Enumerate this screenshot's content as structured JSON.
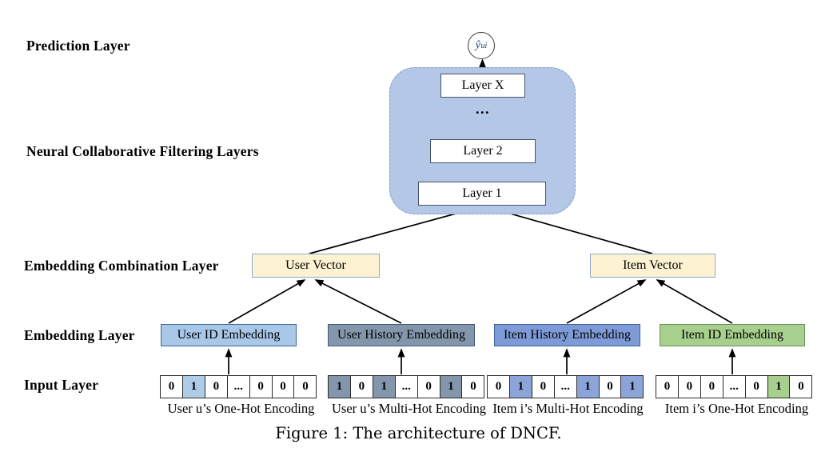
{
  "figure": {
    "caption": "Figure 1: The architecture of DNCF."
  },
  "row_labels": {
    "prediction": "Prediction Layer",
    "ncf": "Neural Collaborative Filtering Layers",
    "combination": "Embedding Combination Layer",
    "embedding": "Embedding Layer",
    "input": "Input Layer"
  },
  "prediction": {
    "output_symbol": "ŷ",
    "output_subscript": "ui"
  },
  "ncf_stack": {
    "layer_x": "Layer X",
    "dots": "...",
    "layer_2": "Layer 2",
    "layer_1": "Layer 1"
  },
  "combination_layer": {
    "user_vector": "User Vector",
    "item_vector": "Item Vector"
  },
  "embedding_layer": {
    "user_id": "User ID Embedding",
    "user_history": "User History Embedding",
    "item_history": "Item History Embedding",
    "item_id": "Item ID Embedding"
  },
  "input_layer": {
    "encodings": [
      {
        "id": "user-one-hot",
        "cells": [
          "0",
          "1",
          "0",
          "...",
          "0",
          "0",
          "0"
        ],
        "highlight_indices": [
          1
        ],
        "highlight_color": "#aecbe8",
        "caption": "User u’s One-Hot Encoding"
      },
      {
        "id": "user-multi-hot",
        "cells": [
          "1",
          "0",
          "1",
          "...",
          "0",
          "1",
          "0"
        ],
        "highlight_indices": [
          0,
          2,
          5
        ],
        "highlight_color": "#8496ac",
        "caption": "User u’s Multi-Hot Encoding"
      },
      {
        "id": "item-multi-hot",
        "cells": [
          "0",
          "1",
          "0",
          "...",
          "1",
          "0",
          "1"
        ],
        "highlight_indices": [
          1,
          4,
          6
        ],
        "highlight_color": "#8ba4da",
        "caption": "Item i’s Multi-Hot Encoding"
      },
      {
        "id": "item-one-hot",
        "cells": [
          "0",
          "0",
          "0",
          "...",
          "0",
          "1",
          "0"
        ],
        "highlight_indices": [
          5
        ],
        "highlight_color": "#a7cf8d",
        "caption": "Item i’s One-Hot Encoding"
      }
    ]
  },
  "colors": {
    "canvas_bg": "#ffffff",
    "arrow_color": "#000000",
    "pred_text": "#203864",
    "ncf_fill": "#b4c7e7",
    "ncf_border": "#7f9cc9",
    "layerbox_border": "#44546a",
    "vector_fill": "#fdf2d2",
    "vector_border": "#90aac8",
    "user_id_fill": "#a9c7e8",
    "user_id_border": "#3e6896",
    "user_history_fill": "#8496ac",
    "user_history_border": "#3f5878",
    "item_history_fill": "#7f9bd7",
    "item_history_border": "#41609f",
    "item_id_fill": "#a7cf8d",
    "item_id_border": "#6f8f5a"
  }
}
